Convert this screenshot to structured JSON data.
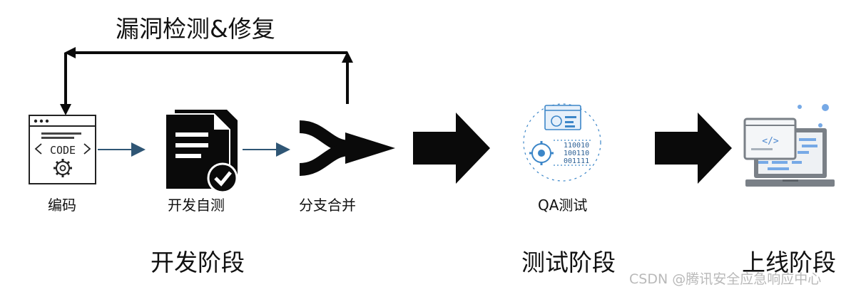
{
  "loop": {
    "title": "漏洞检测&修复"
  },
  "steps": [
    {
      "label": "编码",
      "code_text": "CODE"
    },
    {
      "label": "开发自测"
    },
    {
      "label": "分支合并"
    },
    {
      "label": "QA测试",
      "binary_lines": [
        "110010",
        "100110",
        "001111"
      ]
    }
  ],
  "phases": [
    {
      "label": "开发阶段"
    },
    {
      "label": "测试阶段"
    },
    {
      "label": "上线阶段"
    }
  ],
  "deploy": {
    "code_symbol": "</>"
  },
  "watermark": "CSDN @腾讯安全应急响应中心",
  "colors": {
    "arrow_black": "#0a0a0a",
    "connector_blue": "#2f5675",
    "illustration_blue": "#3c86c8",
    "laptop_gray": "#6f747a",
    "screen_blue": "#76a9e6",
    "watermark_gray": "#b9b9b9"
  }
}
